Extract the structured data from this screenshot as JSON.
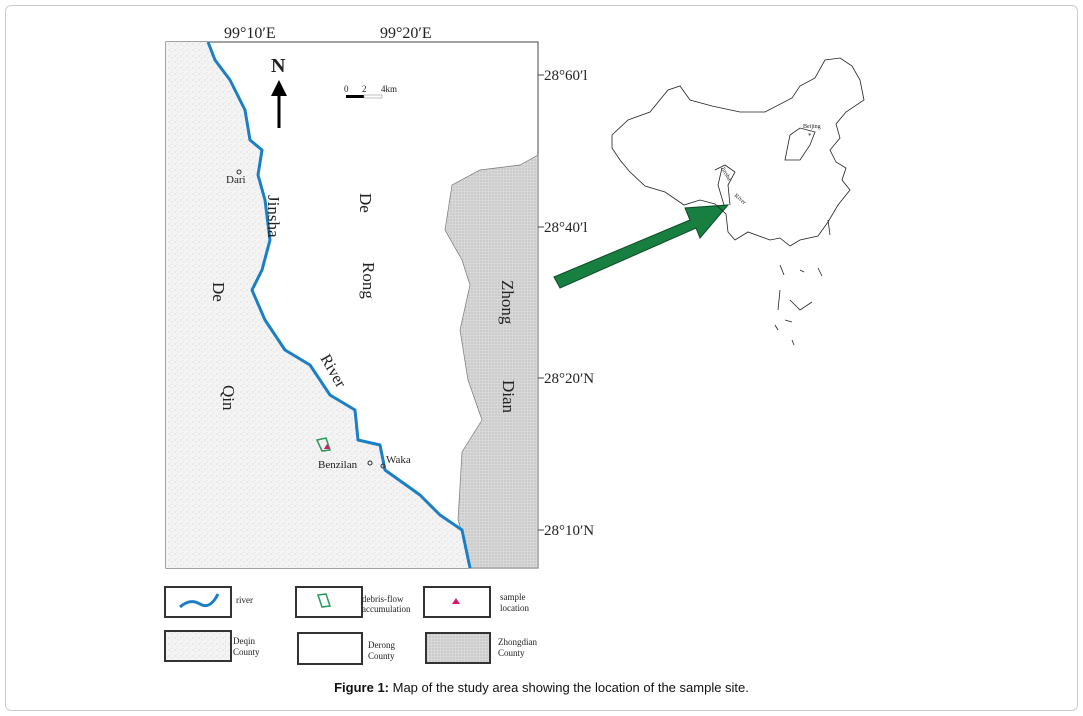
{
  "map": {
    "lon_labels": [
      "99°10′E",
      "99°20′E"
    ],
    "lat_labels": [
      "28°60′l",
      "28°40′l",
      "28°20′N",
      "28°10′N"
    ],
    "north_label": "N",
    "scale": {
      "zero": "0",
      "mid": "2",
      "end": "4km"
    },
    "places": {
      "dari": "Dari",
      "benzilan": "Benzilan",
      "waka": "Waka"
    },
    "region_words": {
      "jinsha": "Jinsha",
      "river": "River",
      "de_rong": [
        "De",
        "Rong"
      ],
      "de_qin": [
        "De",
        "Qin"
      ],
      "zhong_dian": [
        "Zhong",
        "Dian"
      ]
    }
  },
  "inset": {
    "beijing": "Beijing",
    "jinsha": "Jinsha",
    "river": "River"
  },
  "legend": {
    "river": "river",
    "debris": [
      "debris-flow",
      "accumulation"
    ],
    "sample": [
      "sample",
      "location"
    ],
    "deqin": [
      "Deqin",
      "County"
    ],
    "derong": [
      "Derong",
      "County"
    ],
    "zhongdian": [
      "Zhongdian",
      "County"
    ]
  },
  "colors": {
    "river": "#1a7fc4",
    "arrow": "#178040",
    "sample": "#d6186e",
    "debris": "#2a9a5a"
  },
  "caption": {
    "label": "Figure 1:",
    "text": " Map of the study area showing the location of the sample site."
  }
}
